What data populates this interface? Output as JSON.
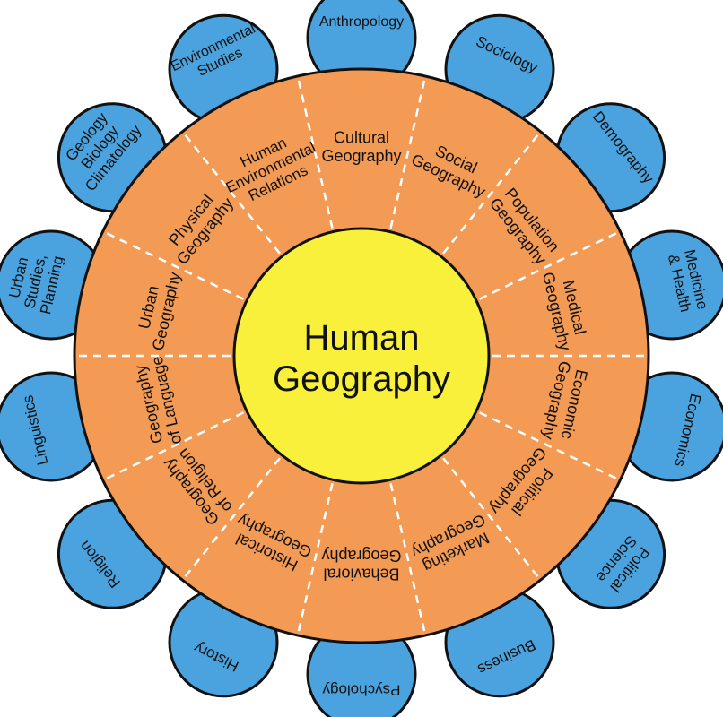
{
  "center": {
    "title_lines": [
      "Human",
      "Geography"
    ],
    "color": "#f8f03a"
  },
  "colors": {
    "ring": "#f39a55",
    "petal": "#4aa3df",
    "outline": "#111111",
    "divider": "#ffffff"
  },
  "subfields": [
    {
      "lines": [
        "Cultural",
        "Geography"
      ]
    },
    {
      "lines": [
        "Social",
        "Geography"
      ]
    },
    {
      "lines": [
        "Population",
        "Geography"
      ]
    },
    {
      "lines": [
        "Medical",
        "Geography"
      ]
    },
    {
      "lines": [
        "Economic",
        "Geography"
      ]
    },
    {
      "lines": [
        "Political",
        "Geography"
      ]
    },
    {
      "lines": [
        "Marketing",
        "Geography"
      ]
    },
    {
      "lines": [
        "Behavioral",
        "Geography"
      ]
    },
    {
      "lines": [
        "Historical",
        "Geography"
      ]
    },
    {
      "lines": [
        "Geography",
        "of Religion"
      ]
    },
    {
      "lines": [
        "Geography",
        "of Language"
      ]
    },
    {
      "lines": [
        "Urban",
        "Geography"
      ]
    },
    {
      "lines": [
        "Physical",
        "Geography"
      ]
    },
    {
      "lines": [
        "Human",
        "Environmental",
        "Relations"
      ]
    }
  ],
  "related_disciplines": [
    {
      "lines": [
        "Anthropology"
      ]
    },
    {
      "lines": [
        "Sociology"
      ]
    },
    {
      "lines": [
        "Demography"
      ]
    },
    {
      "lines": [
        "Medicine",
        "& Health"
      ]
    },
    {
      "lines": [
        "Economics"
      ]
    },
    {
      "lines": [
        "Political",
        "Science"
      ]
    },
    {
      "lines": [
        "Business"
      ]
    },
    {
      "lines": [
        "Psychology"
      ]
    },
    {
      "lines": [
        "History"
      ]
    },
    {
      "lines": [
        "Religion"
      ]
    },
    {
      "lines": [
        "Linguistics"
      ]
    },
    {
      "lines": [
        "Urban",
        "Studies,",
        "Planning"
      ]
    },
    {
      "lines": [
        "Geology",
        "Biology",
        "Climatology"
      ]
    },
    {
      "lines": [
        "Environmental",
        "Studies"
      ]
    }
  ]
}
